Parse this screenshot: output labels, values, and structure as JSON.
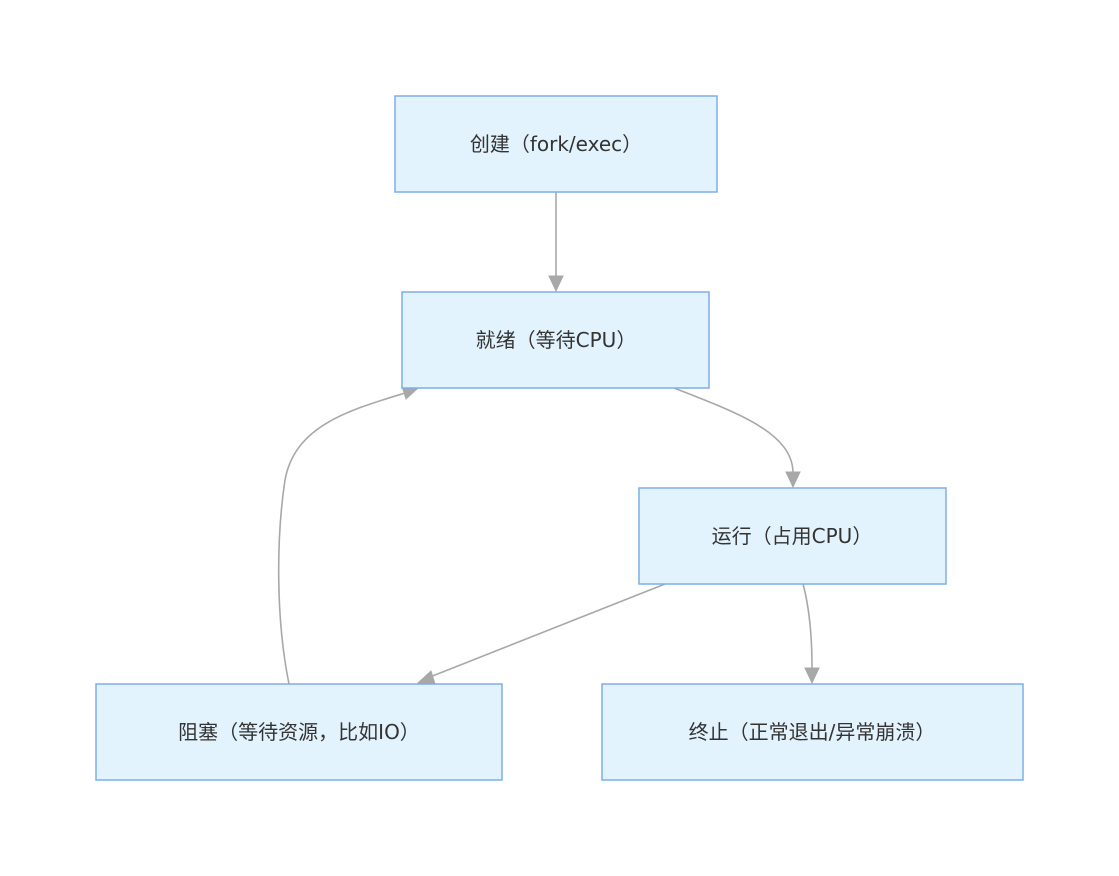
{
  "colors": {
    "node_fill": "#e3f3fd",
    "node_border": "#7eaee9",
    "edge": "#a8a8a8",
    "text": "#333333"
  },
  "nodes": {
    "create": {
      "label": "创建（fork/exec）"
    },
    "ready": {
      "label": "就绪（等待CPU）"
    },
    "running": {
      "label": "运行（占用CPU）"
    },
    "blocked": {
      "label": "阻塞（等待资源，比如IO）"
    },
    "terminated": {
      "label": "终止（正常退出/异常崩溃）"
    }
  },
  "edges": [
    {
      "from": "create",
      "to": "ready"
    },
    {
      "from": "ready",
      "to": "running"
    },
    {
      "from": "running",
      "to": "blocked"
    },
    {
      "from": "running",
      "to": "terminated"
    },
    {
      "from": "blocked",
      "to": "ready"
    }
  ]
}
